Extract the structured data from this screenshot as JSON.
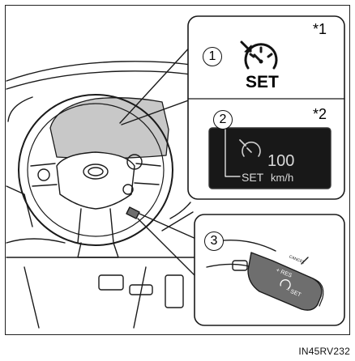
{
  "callouts": {
    "one": {
      "number": "1",
      "footnote": "*1",
      "label": "SET"
    },
    "two": {
      "number": "2",
      "footnote": "*2",
      "speed": "100",
      "set_label": "SET",
      "unit": "km/h"
    },
    "three": {
      "number": "3",
      "lever_top": "CANCEL",
      "lever_res": "+ RES",
      "lever_set": "− SET"
    }
  },
  "figure_code": "IN45RV232",
  "icons": {
    "cruise": "cruise-control-speedometer-icon",
    "arrow": "indicator-arrow-icon"
  },
  "colors": {
    "line": "#1a1a1a",
    "gauge_panel": "#c8c8c8",
    "display_bg": "#181818",
    "display_text": "#d9d9d9",
    "lever": "#6e6e6e"
  }
}
